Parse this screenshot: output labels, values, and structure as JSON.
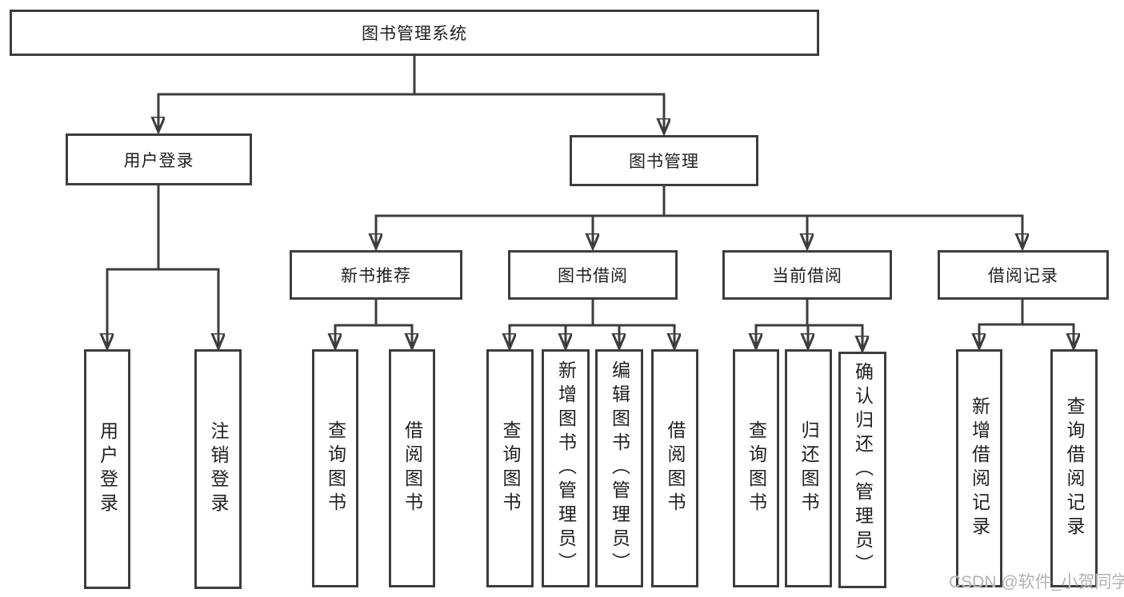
{
  "diagram": {
    "watermark": "CSDN @软件_小贺同学",
    "colors": {
      "line": "#3d3d3d",
      "box_border": "#3d3d3d",
      "box_background": "#ffffff",
      "text": "#1f1f1f",
      "watermark_text": "#b3b3b3"
    },
    "tree": {
      "root": {
        "label": "图书管理系统"
      },
      "level2": [
        {
          "label": "用户登录",
          "children": [
            {
              "label": "用户登录"
            },
            {
              "label": "注销登录"
            }
          ]
        },
        {
          "label": "图书管理",
          "children": [
            {
              "label": "新书推荐",
              "children": [
                {
                  "label": "查询图书"
                },
                {
                  "label": "借阅图书"
                }
              ]
            },
            {
              "label": "图书借阅",
              "children": [
                {
                  "label": "查询图书"
                },
                {
                  "label": "新增图书（管理员）"
                },
                {
                  "label": "编辑图书（管理员）"
                },
                {
                  "label": "借阅图书"
                }
              ]
            },
            {
              "label": "当前借阅",
              "children": [
                {
                  "label": "查询图书"
                },
                {
                  "label": "归还图书"
                },
                {
                  "label": "确认归还（管理员）"
                }
              ]
            },
            {
              "label": "借阅记录",
              "children": [
                {
                  "label": "新增借阅记录"
                },
                {
                  "label": "查询借阅记录"
                }
              ]
            }
          ]
        }
      ]
    }
  }
}
